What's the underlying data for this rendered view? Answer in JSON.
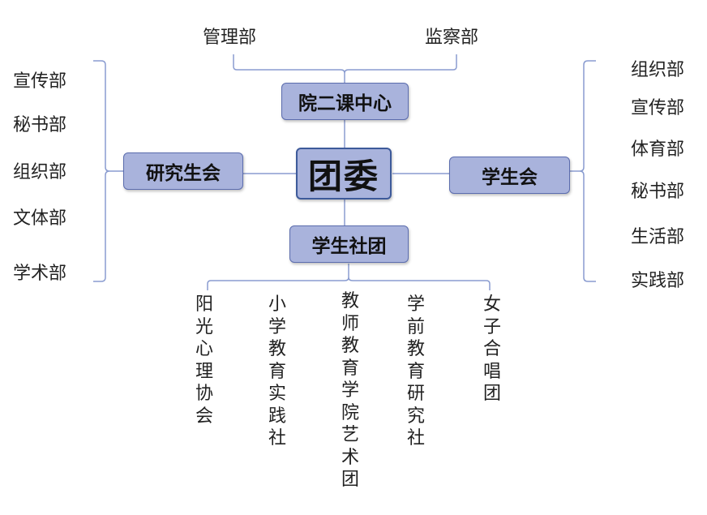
{
  "center": "团委",
  "top": {
    "title": "院二课中心",
    "children": [
      "管理部",
      "监察部"
    ]
  },
  "left": {
    "title": "研究生会",
    "children": [
      "宣传部",
      "秘书部",
      "组织部",
      "文体部",
      "学术部"
    ]
  },
  "right": {
    "title": "学生会",
    "children": [
      "组织部",
      "宣传部",
      "体育部",
      "秘书部",
      "生活部",
      "实践部"
    ]
  },
  "bottom": {
    "title": "学生社团",
    "children": [
      "阳光心理协会",
      "小学教育实践社",
      "教师教育学院艺术团",
      "学前教育研究社",
      "女子合唱团"
    ]
  },
  "colors": {
    "box_fill": "#a9b3dc",
    "box_border": "#5b6cae",
    "line": "#8a9cd0"
  }
}
